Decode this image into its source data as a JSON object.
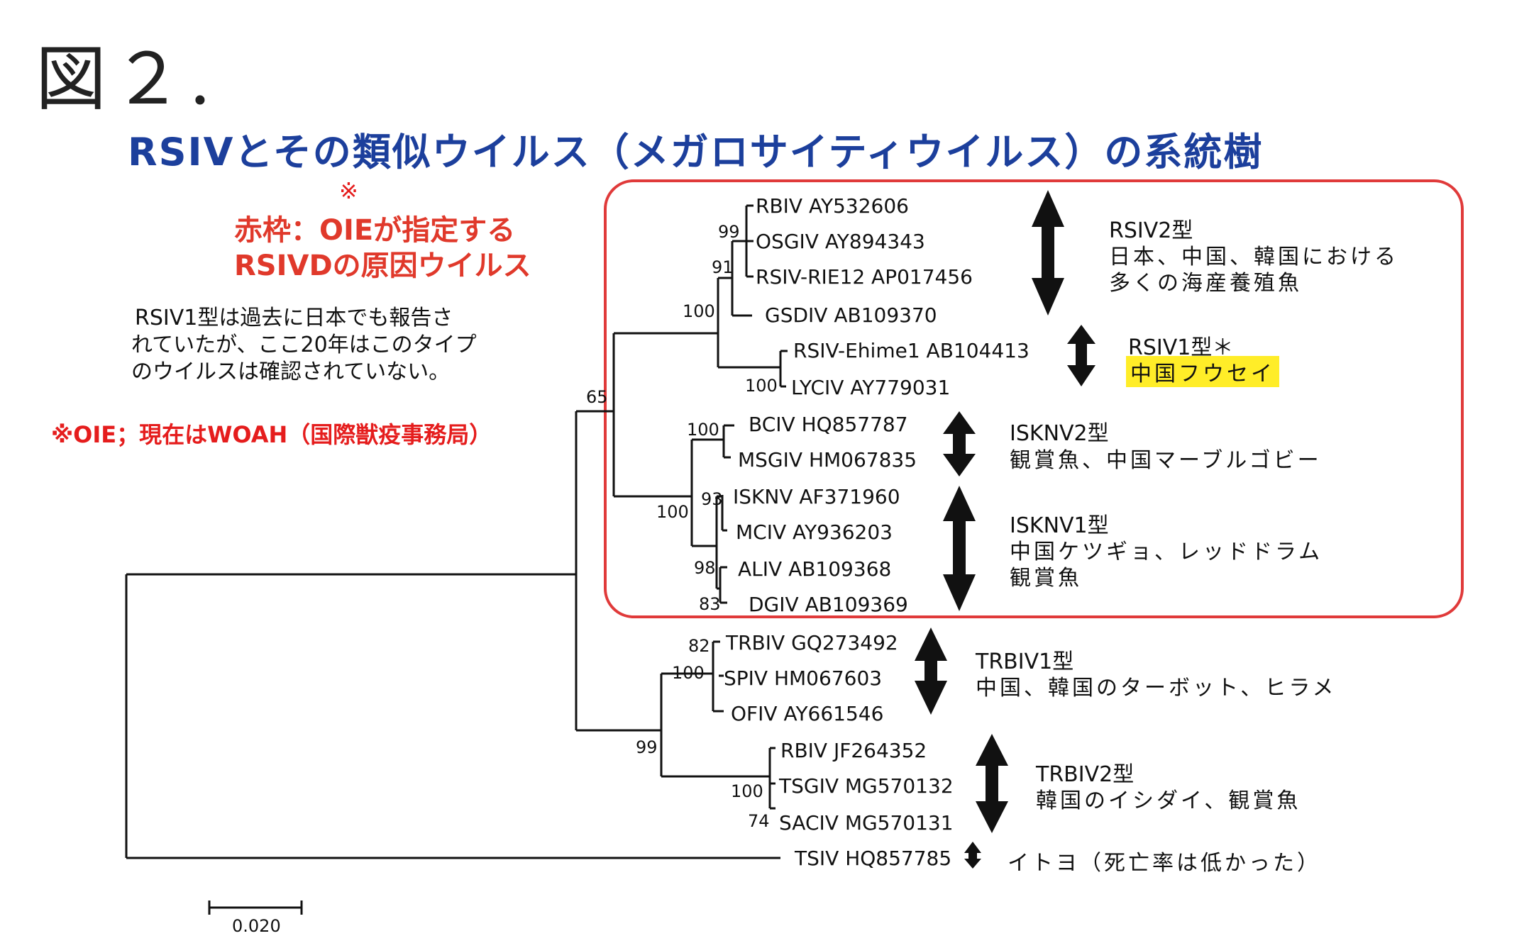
{
  "figure_label": "図２.",
  "title": "RSIVとその類似ウイルス（メガロサイティウイルス）の系統樹",
  "red_box_mark": "※",
  "red_box_label_line1": "赤枠：OIEが指定する",
  "red_box_label_line2": "RSIVDの原因ウイルス",
  "note_lines": [
    "RSIV1型は過去に日本でも報告さ",
    "れていたが、ここ20年はこのタイプ",
    "のウイルスは確認されていない。"
  ],
  "oie_note": "※OIE；現在はWOAH（国際獣疫事務局）",
  "leaves": [
    "RBIV AY532606",
    "OSGIV AY894343",
    "RSIV-RIE12 AP017456",
    "GSDIV AB109370",
    "RSIV-Ehime1 AB104413",
    "LYCIV AY779031",
    "BCIV HQ857787",
    "MSGIV HM067835",
    "ISKNV AF371960",
    "MCIV AY936203",
    "ALIV AB109368",
    "DGIV AB109369",
    "TRBIV GQ273492",
    "SPIV HM067603",
    "OFIV AY661546",
    "RBIV JF264352",
    "TSGIV MG570132",
    "SACIV MG570131",
    "TSIV HQ857785"
  ],
  "bootstrap": [
    "99",
    "91",
    "100",
    "100",
    "65",
    "100",
    "93",
    "100",
    "98",
    "83",
    "82",
    "100",
    "99",
    "100",
    "74"
  ],
  "groups": [
    {
      "title": "RSIV2型",
      "desc": [
        "日本、中国、韓国における",
        "多くの海産養殖魚"
      ]
    },
    {
      "title": "RSIV1型＊",
      "desc": [
        "中国フウセイ"
      ]
    },
    {
      "title": "ISKNV2型",
      "desc": [
        "観賞魚、中国マーブルゴビー"
      ]
    },
    {
      "title": "ISKNV1型",
      "desc": [
        "中国ケツギョ、レッドドラム",
        "観賞魚"
      ]
    },
    {
      "title": "TRBIV1型",
      "desc": [
        "中国、韓国のターボット、ヒラメ"
      ]
    },
    {
      "title": "TRBIV2型",
      "desc": [
        "韓国のイシダイ、観賞魚"
      ]
    },
    {
      "title": "",
      "desc": [
        "イトヨ（死亡率は低かった）"
      ]
    }
  ],
  "scale_bar_label": "0.020",
  "colors": {
    "title": "#1c3f9c",
    "red_box": "#e03a3a",
    "oie_note": "#e51d1d",
    "highlight": "#ffed28",
    "tree": "#111111"
  }
}
